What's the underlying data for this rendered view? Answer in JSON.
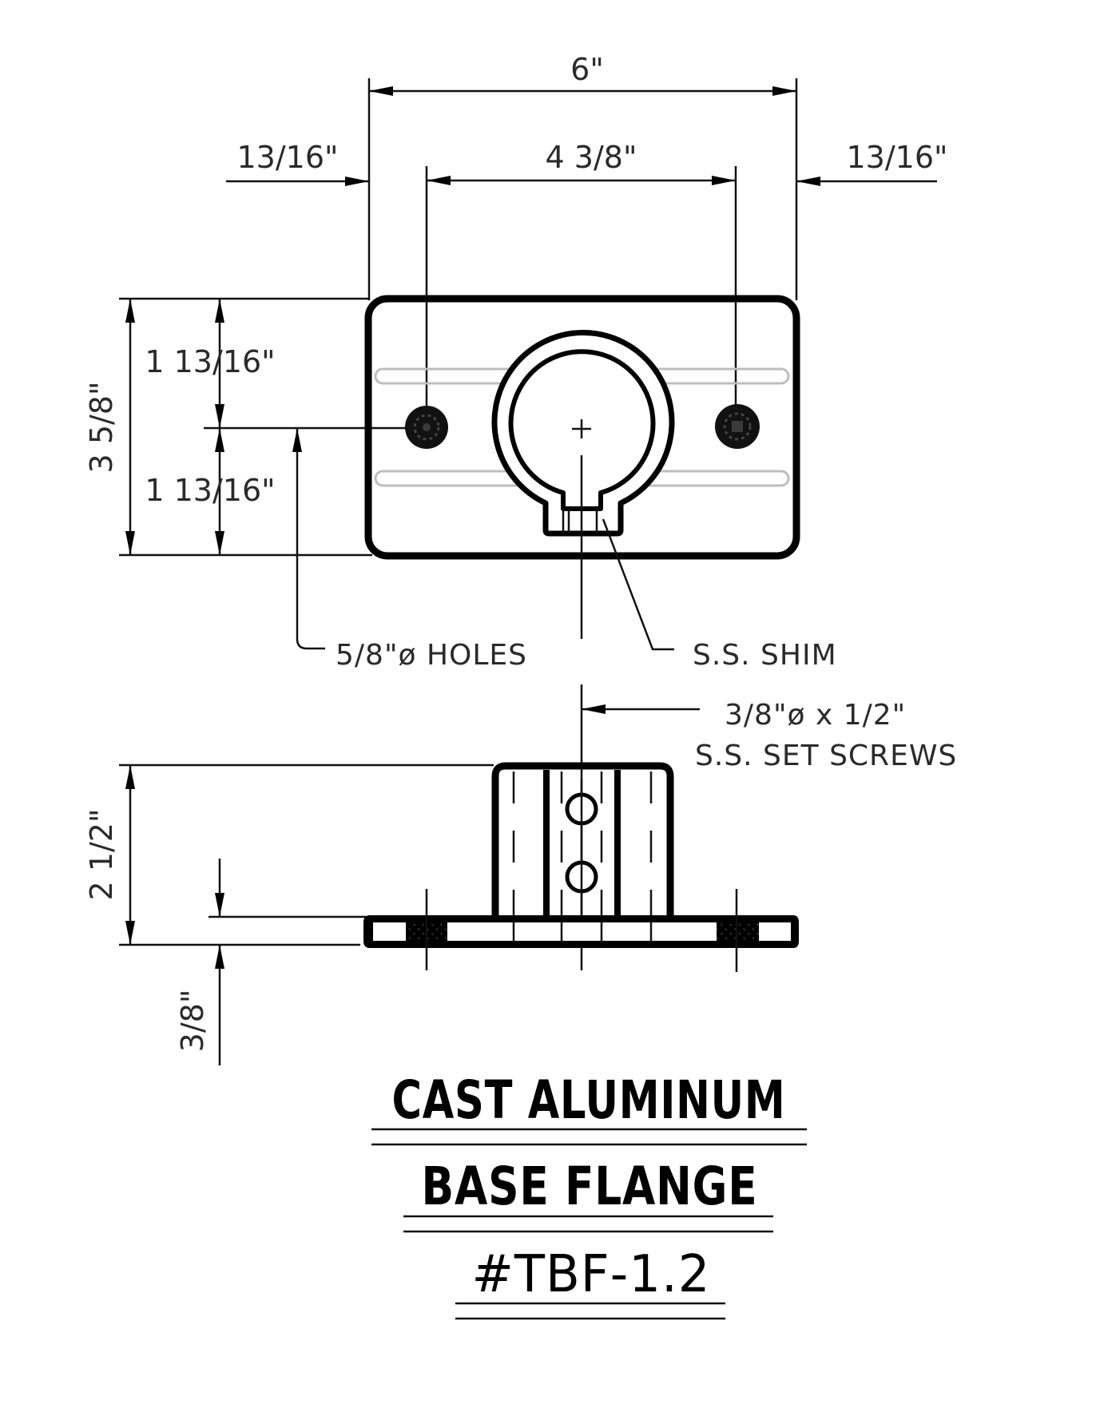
{
  "drawing": {
    "top_view": {
      "overall_width": "6\"",
      "hole_spacing": "4 3/8\"",
      "edge_offset_left": "13/16\"",
      "edge_offset_right": "13/16\"",
      "overall_depth": "3 5/8\"",
      "hole_offset_upper": "1 13/16\"",
      "hole_offset_lower": "1 13/16\"",
      "holes_note": "5/8\"ø HOLES",
      "shim_note": "S.S. SHIM"
    },
    "side_view": {
      "set_screw_note_line1": "3/8\"ø x 1/2\"",
      "set_screw_note_line2": "S.S. SET SCREWS",
      "overall_height": "2 1/2\"",
      "flange_thickness": "3/8\""
    },
    "title_block": {
      "line1": "CAST ALUMINUM",
      "line2": "BASE FLANGE",
      "line3": "#TBF-1.2"
    },
    "colors": {
      "line": "#000000",
      "text": "#2a2a2a",
      "slot": "#bdbdbd",
      "background": "#ffffff"
    }
  }
}
